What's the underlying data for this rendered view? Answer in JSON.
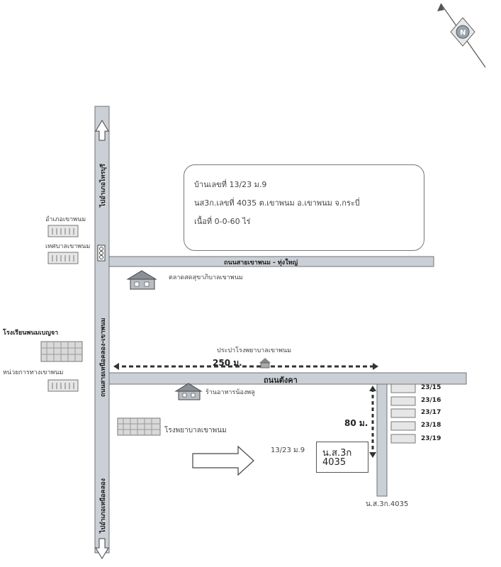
{
  "info_box": {
    "line1": "บ้านเลขที่ 13/23 ม.9",
    "line2": "นส3ก.เลขที่ 4035 ต.เขาพนม อ.เขาพนม จ.กระบี่",
    "line3": "เนื้อที่ 0-0-60 ไร่"
  },
  "roads": {
    "upper_road": "ถนนสายเขาพนม - ทุ่งใหญ่",
    "main_road": "ถนนตังคา",
    "vertical_road": "ถนนสายเหนือคลอง-เขาพนม",
    "to_north": "ไปอำเภอไทรบุรี",
    "to_south": "ไปอำเภอเหนือคลอง"
  },
  "landmarks": {
    "district_office": "อำเภอเขาพนม",
    "municipality": "เทศบาลเขาพนม",
    "market": "ตลาดสดสุขาภิบาลเขาพนม",
    "school": "โรงเรียนพนมเบญจา",
    "forestry": "หน่วยการทางเขาพนม",
    "gate": "ประปาโรงพยาบาลเขาพนม",
    "restaurant": "ร้านอาหารน้องพลู",
    "hospital": "โรงพยาบาลเขาพนม"
  },
  "distances": {
    "main": "250 ม.",
    "side": "80 ม."
  },
  "plot": {
    "house_no": "13/23 ม.9",
    "box_line1": "น.ส.3ก",
    "box_line2": "4035",
    "side_label": "น.ส.3ก.4035"
  },
  "houses": [
    "23/15",
    "23/16",
    "23/17",
    "23/18",
    "23/19"
  ],
  "compass": {
    "letter": "N"
  },
  "colors": {
    "road": "#cbd0d6",
    "road_edge": "#6f7378",
    "building": "#d9d9d9",
    "dash": "#333333"
  }
}
